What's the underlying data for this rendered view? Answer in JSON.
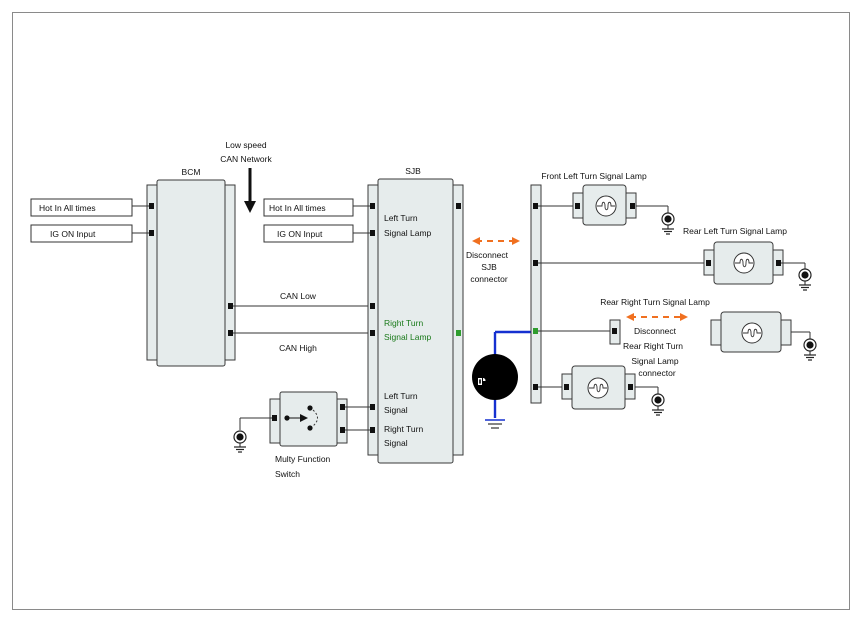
{
  "colors": {
    "module_fill": "#e6ecec",
    "highlight_text": "#1a7a1a",
    "highlight_pin": "#2e9d2e",
    "ground_wire": "#1530d0",
    "disconnect_arrow": "#f07020"
  },
  "bcm": {
    "title": "BCM",
    "inputs": [
      "Hot In All times",
      "IG ON Input"
    ]
  },
  "can_network": {
    "label_line1": "Low speed",
    "label_line2": "CAN Network",
    "can_low": "CAN Low",
    "can_high": "CAN High"
  },
  "sjb": {
    "title": "SJB",
    "inputs": [
      "Hot In All times",
      "IG ON Input"
    ],
    "pins": {
      "left_turn_signal_lamp": [
        "Left Turn",
        "Signal Lamp"
      ],
      "right_turn_signal_lamp": [
        "Right Turn",
        "Signal Lamp"
      ],
      "left_turn_signal": [
        "Left Turn",
        "Signal"
      ],
      "right_turn_signal": [
        "Right Turn",
        "Signal"
      ]
    }
  },
  "switch": {
    "label_line1": "Multy Function",
    "label_line2": "Switch"
  },
  "disconnect_sjb": [
    "Disconnect",
    "SJB",
    "connector"
  ],
  "lamps": {
    "front_left": "Front Left Turn Signal Lamp",
    "rear_left": "Rear Left Turn Signal Lamp",
    "rear_right": "Rear Right Turn Signal Lamp"
  },
  "disconnect_rear_right": [
    "Disconnect",
    "Rear Right Turn",
    "Signal Lamp",
    "connector"
  ],
  "icons": [
    "ground-icon",
    "lamp-bulb-icon",
    "meter-icon",
    "arrow-down-icon",
    "double-arrow-icon"
  ]
}
